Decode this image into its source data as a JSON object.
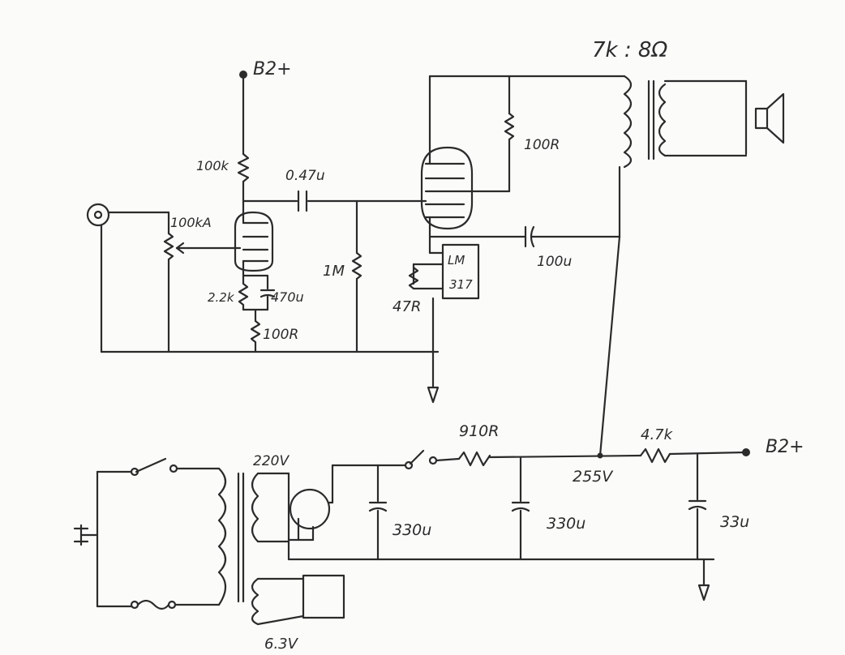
{
  "labels": {
    "b2_top": "B2+",
    "b2_right": "B2+",
    "r_plate": "100k",
    "coupling_cap": "0.47u",
    "volume_pot": "100kA",
    "r_grid": "1M",
    "r_cathode": "2.2k",
    "c_cathode": "470u",
    "r_ground": "100R",
    "r_screen": "100R",
    "c_cathode_out": "100u",
    "r_lm": "47R",
    "lm_line1": "LM",
    "lm_line2": "317",
    "transformer_ratio": "7k : 8Ω",
    "mains_v": "220V",
    "heater_v": "6.3V",
    "r_supply": "910R",
    "r_b2": "4.7k",
    "b_voltage": "255V",
    "c_filter1": "330u",
    "c_filter2": "330u",
    "c_filter3": "33u"
  },
  "colors": {
    "ink": "#2b2b2b",
    "paper": "#fbfbf9"
  }
}
